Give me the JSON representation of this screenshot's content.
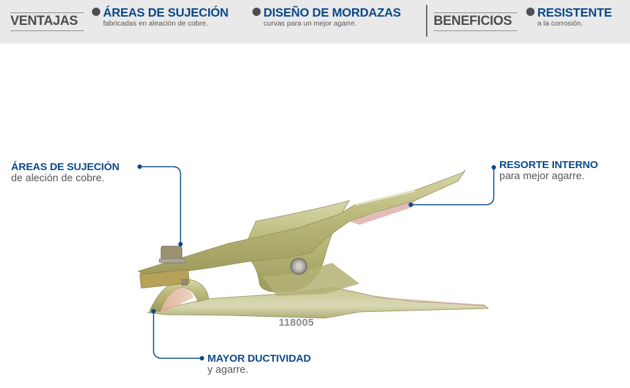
{
  "header": {
    "ventajas_label": "VENTAJAS",
    "beneficios_label": "BENEFICIOS",
    "features": [
      {
        "title": "ÁREAS DE SUJECIÓN",
        "subtitle": "fabricadas en aleación de cobre."
      },
      {
        "title": "DISEÑO DE MORDAZAS",
        "subtitle": "curvas para un mejor agarre."
      }
    ],
    "benefits": [
      {
        "title": "RESISTENTE",
        "subtitle": "a la corrosión."
      }
    ]
  },
  "product": {
    "part_number": "118005",
    "image": "ground-clamp"
  },
  "callouts": [
    {
      "title": "ÁREAS DE SUJECIÓN",
      "subtitle": "de aleción de cobre."
    },
    {
      "title": "RESORTE INTERNO",
      "subtitle": "para mejor agarre."
    },
    {
      "title": "MAYOR DUCTIVIDAD",
      "subtitle": "y agarre."
    }
  ],
  "colors": {
    "accent_blue": "#0b4a8b",
    "header_bg": "#e9e9e9",
    "label_gray": "#4d4d4f",
    "bullet_gray": "#4f4f51",
    "part_number_gray": "#8a8a8a"
  }
}
